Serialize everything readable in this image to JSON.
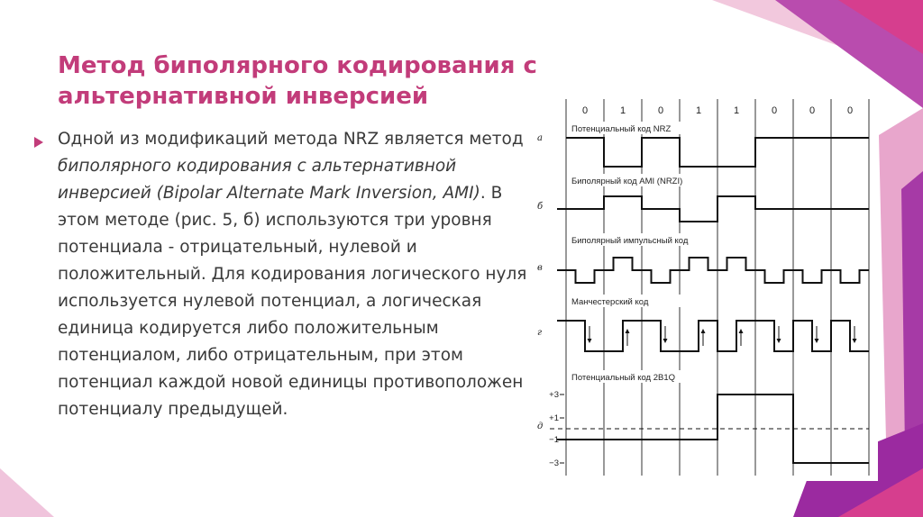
{
  "slide": {
    "title_line1": "Метод биполярного кодирования с",
    "title_line2": "альтернативной инверсией",
    "body": {
      "t1": "Одной из модификаций метода NRZ является метод ",
      "t2": "биполярного кодирования с альтернативной инверсией (Bipolar Alternate Mark Inversion, AMI)",
      "t3": ". В этом методе (рис. 5, б) используются три уровня потенциала - отрицательный, нулевой и положительный. Для кодирования логического нуля используется нулевой потенциал, а логическая единица кодируется либо положительным потенциалом, либо отрицательным, при этом потенциал каждой новой единицы противоположен потенциалу предыдущей."
    }
  },
  "figure": {
    "bits": [
      "0",
      "1",
      "0",
      "1",
      "1",
      "0",
      "0",
      "0"
    ],
    "rows": [
      {
        "letter": "а",
        "label": "Потенциальный код NRZ"
      },
      {
        "letter": "б",
        "label": "Биполярный код AMI (NRZI)"
      },
      {
        "letter": "в",
        "label": "Биполярный импульсный код"
      },
      {
        "letter": "г",
        "label": "Манчестерский код"
      },
      {
        "letter": "д",
        "label": "Потенциальный код 2B1Q"
      }
    ],
    "levels_2b1q": [
      "+3",
      "+1",
      "−1",
      "−3"
    ]
  },
  "colors": {
    "accent": "#c23c7a",
    "text": "#3a3a3a",
    "purple": "#9b2aa0",
    "pink": "#e05aa8"
  }
}
